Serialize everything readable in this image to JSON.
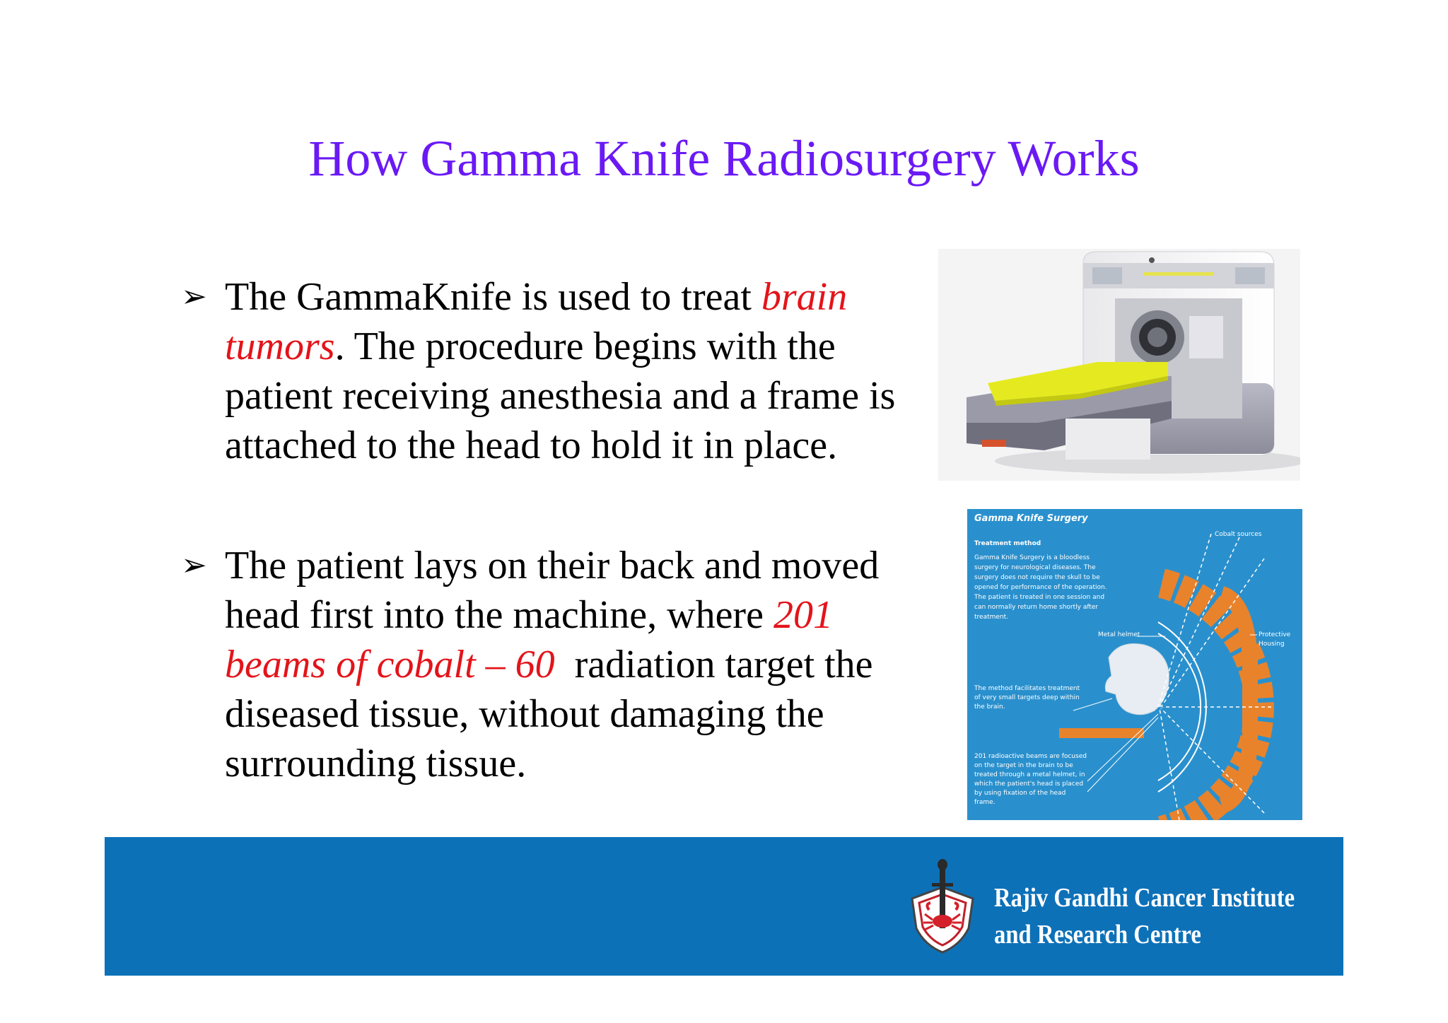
{
  "slide": {
    "title": "How Gamma Knife Radiosurgery Works"
  },
  "bullets": [
    {
      "parts": [
        {
          "text": "The GammaKnife is used to treat ",
          "style": "plain"
        },
        {
          "text": "brain tumors",
          "style": "red-italic"
        },
        {
          "text": ". The procedure begins with the patient receiving anesthesia and a frame is attached to the head to hold it in place.",
          "style": "plain"
        }
      ]
    },
    {
      "parts": [
        {
          "text": "The patient lays on their back and moved head first into the machine, where ",
          "style": "plain"
        },
        {
          "text": "201 beams of cobalt – 60",
          "style": "red-italic"
        },
        {
          "text": "  radiation target the diseased tissue, without damaging the surrounding tissue.",
          "style": "plain"
        }
      ]
    }
  ],
  "images": {
    "machine": {
      "description_name": "gamma-knife-machine"
    },
    "diagram": {
      "title": "Gamma Knife Surgery",
      "subtitle": "Treatment method",
      "description": "Gamma Knife Surgery is a bloodless surgery for neurological diseases. The surgery does not require the skull to be opened for performance of the operation. The patient is treated in one session and can normally return home shortly after treatment.",
      "label_cobalt": "Cobalt sources",
      "label_helmet": "Metal helmet",
      "label_housing": "Protective Housing",
      "label_method": "The method facilitates treatment of very small targets deep within the brain.",
      "label_beams": "201 radioactive beams are focused on the target in the brain to be treated through a metal helmet, in which the patient's head is placed by using fixation of the head frame."
    }
  },
  "footer": {
    "institute_line1": "Rajiv Gandhi Cancer Institute",
    "institute_line2": "and Research Centre"
  },
  "colors": {
    "title": "#6a19f5",
    "emphasis": "#e3141a",
    "footer_band": "#0d71b8",
    "diagram_bg": "#2a90cd",
    "diagram_orange": "#e8832c"
  }
}
